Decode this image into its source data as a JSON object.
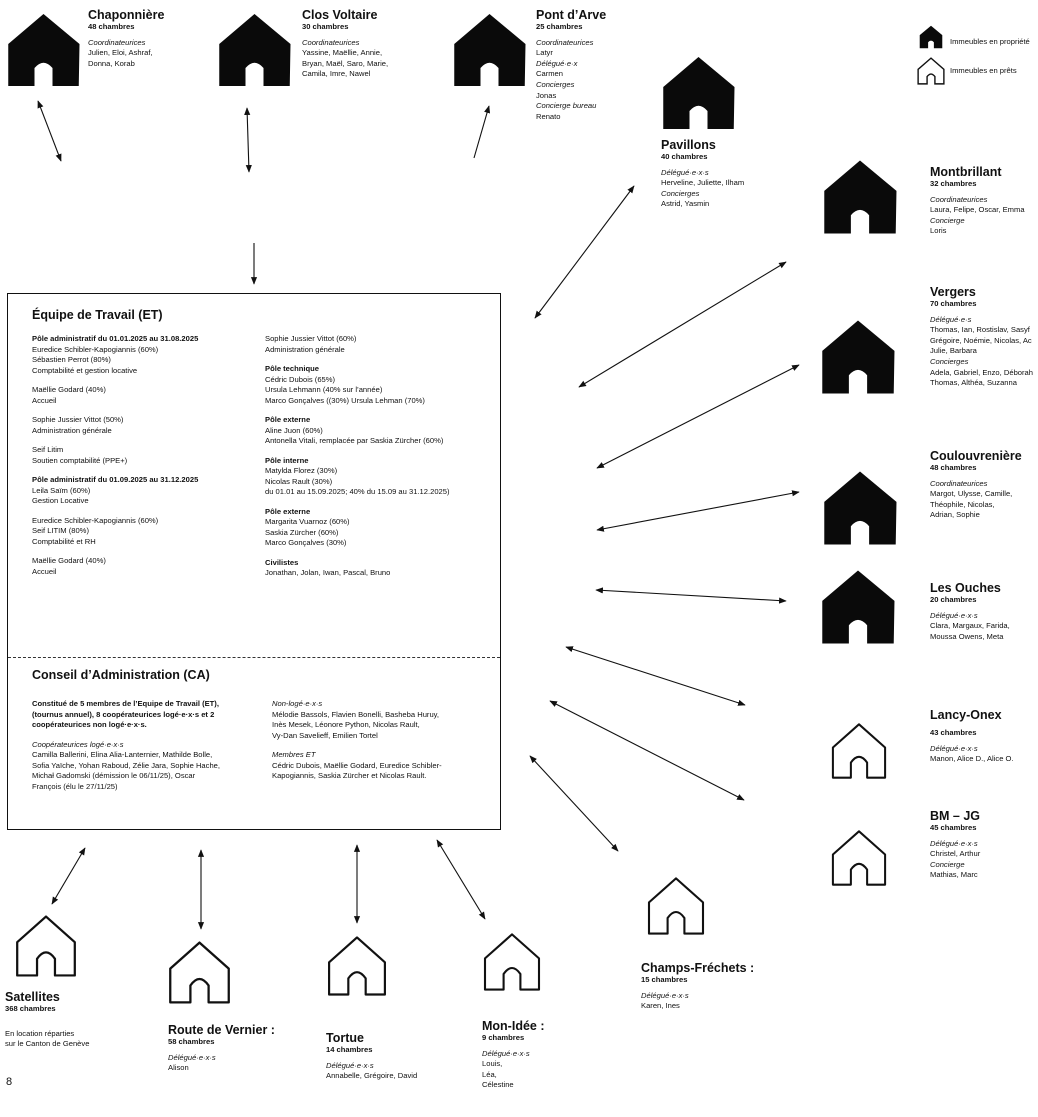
{
  "legend": {
    "owned": "Immeubles en propriété",
    "loaned": "Immeubles en prêts"
  },
  "page_number": "8",
  "houses": [
    {
      "id": "chaponniere",
      "kind": "owned",
      "name": "Chaponnière",
      "capacity": "48 chambres",
      "lines": [
        {
          "t": "Coordinateurices",
          "i": true
        },
        {
          "t": "Julien, Eloi, Ashraf,"
        },
        {
          "t": "Donna, Korab"
        }
      ]
    },
    {
      "id": "clos-voltaire",
      "kind": "owned",
      "name": "Clos Voltaire",
      "capacity": "30 chambres",
      "lines": [
        {
          "t": "Coordinateurices",
          "i": true
        },
        {
          "t": "Yassine, Maëllie, Annie,"
        },
        {
          "t": "Bryan, Maël, Saro, Marie,"
        },
        {
          "t": "Camila, Imre, Nawel"
        }
      ]
    },
    {
      "id": "pont-darve",
      "kind": "owned",
      "name": "Pont d’Arve",
      "capacity": "25 chambres",
      "lines": [
        {
          "t": "Coordinateurices",
          "i": true
        },
        {
          "t": "Latyr"
        },
        {
          "t": "Délégué·e·x",
          "i": true
        },
        {
          "t": "Carmen"
        },
        {
          "t": "Concierges",
          "i": true
        },
        {
          "t": "Jonas"
        },
        {
          "t": "Concierge bureau",
          "i": true
        },
        {
          "t": "Renato"
        }
      ]
    },
    {
      "id": "pavillons",
      "kind": "owned",
      "name": "Pavillons",
      "capacity": "40 chambres",
      "lines": [
        {
          "t": "Délégué·e·x·s",
          "i": true
        },
        {
          "t": "Herveline, Juliette, Ilham"
        },
        {
          "t": "Concierges",
          "i": true
        },
        {
          "t": "Astrid, Yasmin"
        }
      ]
    },
    {
      "id": "montbrillant",
      "kind": "owned",
      "name": "Montbrillant",
      "capacity": "32 chambres",
      "lines": [
        {
          "t": "Coordinateurices",
          "i": true
        },
        {
          "t": "Laura, Felipe, Oscar, Emma"
        },
        {
          "t": "Concierge",
          "i": true
        },
        {
          "t": "Loris"
        }
      ]
    },
    {
      "id": "vergers",
      "kind": "owned",
      "name": "Vergers",
      "capacity": "70 chambres",
      "lines": [
        {
          "t": "Délégué·e·s",
          "i": true
        },
        {
          "t": "Thomas, Ian, Rostislav, Sasyf"
        },
        {
          "t": "Grégoire, Noémie, Nicolas, Ac"
        },
        {
          "t": "Julie, Barbara"
        },
        {
          "t": "Concierges",
          "i": true
        },
        {
          "t": "Adela, Gabriel, Enzo, Déborah"
        },
        {
          "t": "Thomas, Althéa, Suzanna"
        }
      ]
    },
    {
      "id": "coulouvreniere",
      "kind": "owned",
      "name": "Coulouvrenière",
      "capacity": "48 chambres",
      "lines": [
        {
          "t": "Coordinateurices",
          "i": true
        },
        {
          "t": "Margot, Ulysse, Camille,"
        },
        {
          "t": "Théophile, Nicolas,"
        },
        {
          "t": "Adrian, Sophie"
        }
      ]
    },
    {
      "id": "ouches",
      "kind": "owned",
      "name": "Les Ouches",
      "capacity": "20 chambres",
      "lines": [
        {
          "t": "Délégué·e·x·s",
          "i": true
        },
        {
          "t": "Clara, Margaux, Farida,"
        },
        {
          "t": "Moussa Owens, Meta"
        }
      ]
    },
    {
      "id": "lancy-onex",
      "kind": "loaned",
      "name": "Lancy-Onex",
      "capacity": "43 chambres",
      "lines": [
        {
          "t": "Délégué·e·x·s",
          "i": true
        },
        {
          "t": "Manon, Alice D., Alice O."
        }
      ]
    },
    {
      "id": "bm-jg",
      "kind": "loaned",
      "name": "BM – JG",
      "capacity": "45 chambres",
      "lines": [
        {
          "t": "Délégué·e·x·s",
          "i": true
        },
        {
          "t": "Christel, Arthur"
        },
        {
          "t": "Concierge",
          "i": true
        },
        {
          "t": "Mathias, Marc"
        }
      ]
    },
    {
      "id": "champs-frechets",
      "kind": "loaned",
      "name": "Champs-Fréchets :",
      "capacity": "15 chambres",
      "lines": [
        {
          "t": "Délégué·e·x·s",
          "i": true
        },
        {
          "t": "Karen, Ines"
        }
      ]
    },
    {
      "id": "mon-idee",
      "kind": "loaned",
      "name": "Mon-Idée :",
      "capacity": "9 chambres",
      "lines": [
        {
          "t": "Délégué·e·x·s",
          "i": true
        },
        {
          "t": "Louis,"
        },
        {
          "t": "Léa,"
        },
        {
          "t": "Célestine"
        }
      ]
    },
    {
      "id": "tortue",
      "kind": "loaned",
      "name": "Tortue",
      "capacity": "14 chambres",
      "lines": [
        {
          "t": "Délégué·e·x·s",
          "i": true
        },
        {
          "t": "Annabelle, Grégoire, David"
        }
      ]
    },
    {
      "id": "route-vernier",
      "kind": "loaned",
      "name": "Route de Vernier :",
      "capacity": "58 chambres",
      "lines": [
        {
          "t": "Délégué·e·x·s",
          "i": true
        },
        {
          "t": "Alison"
        }
      ]
    },
    {
      "id": "satellites",
      "kind": "loaned",
      "name": "Satellites",
      "capacity": "368 chambres",
      "lines": [
        {
          "t": "En location réparties"
        },
        {
          "t": "sur le Canton de Genève"
        }
      ]
    }
  ],
  "et": {
    "title": "Équipe de Travail (ET)",
    "left": [
      {
        "t": "Pôle administratif du 01.01.2025 au 31.08.2025",
        "b": true
      },
      {
        "t": "Euredice Schibler-Kapogiannis (60%)"
      },
      {
        "t": "Sébastien Perrot (80%)"
      },
      {
        "t": "Comptabilité et gestion locative"
      },
      {
        "gap": true
      },
      {
        "t": "Maëllie Godard (40%)"
      },
      {
        "t": "Accueil"
      },
      {
        "gap": true
      },
      {
        "t": "Sophie Jussier Vittot (50%)"
      },
      {
        "t": "Administration générale"
      },
      {
        "gap": true
      },
      {
        "t": "Seif Litim"
      },
      {
        "t": "Soutien comptabilité (PPE+)"
      },
      {
        "gap": true
      },
      {
        "t": "Pôle administratif du  01.09.2025 au 31.12.2025",
        "b": true
      },
      {
        "t": "Leila Saïm (60%)"
      },
      {
        "t": "Gestion Locative"
      },
      {
        "gap": true
      },
      {
        "t": "Euredice Schibler-Kapogiannis (60%)"
      },
      {
        "t": "Seif LITIM (80%)"
      },
      {
        "t": "Comptabilité et RH"
      },
      {
        "gap": true
      },
      {
        "t": "Maëllie Godard (40%)"
      },
      {
        "t": "Accueil"
      }
    ],
    "right": [
      {
        "t": "Sophie Jussier Vittot (60%)"
      },
      {
        "t": "Administration générale"
      },
      {
        "gap": true
      },
      {
        "t": "Pôle technique",
        "b": true
      },
      {
        "t": "Cédric Dubois (65%)"
      },
      {
        "t": "Ursula Lehmann (40% sur l’année)"
      },
      {
        "t": "Marco Gonçalves ((30%) Ursula Lehman (70%)"
      },
      {
        "gap": true
      },
      {
        "t": "Pôle externe",
        "b": true
      },
      {
        "t": "Aline Juon (60%)"
      },
      {
        "t": "Antonella Vitali, remplacée par Saskia Zürcher (60%)"
      },
      {
        "gap": true
      },
      {
        "t": "Pôle interne",
        "b": true
      },
      {
        "t": "Matylda Florez (30%)"
      },
      {
        "t": "Nicolas Rault (30%)"
      },
      {
        "t": " du 01.01 au 15.09.2025; 40% du 15.09 au 31.12.2025)"
      },
      {
        "gap": true
      },
      {
        "t": "Pôle externe",
        "b": true
      },
      {
        "t": "Margarita Vuarnoz (60%)"
      },
      {
        "t": "Saskia Zürcher (60%)"
      },
      {
        "t": "Marco Gonçalves (30%)"
      },
      {
        "gap": true
      },
      {
        "t": "Civilistes",
        "b": true
      },
      {
        "t": "Jonathan, Jolan, Iwan, Pascal, Bruno"
      }
    ]
  },
  "ca": {
    "title": "Conseil d’Administration (CA)",
    "left": [
      {
        "t": "Constitué de 5 membres de l’Equipe de Travail (ET),",
        "b": true
      },
      {
        "t": "(tournus annuel),  8 coopérateurices logé·e·x·s et 2",
        "b": true
      },
      {
        "t": "coopérateurices non logé·e·x·s.",
        "b": true
      },
      {
        "gap": true
      },
      {
        "t": "Coopérateurices logé·e·x·s",
        "i": true
      },
      {
        "t": "Camilla Ballerini, Elina Alia-Lanternier, Mathilde Bolle,"
      },
      {
        "t": "Sofia Yaïche, Yohan Raboud, Zélie Jara, Sophie Hache,"
      },
      {
        "t": "Michał Gadomski (démission le 06/11/25), Oscar"
      },
      {
        "t": "François (élu le 27/11/25)"
      }
    ],
    "right": [
      {
        "t": "Non-logé·e·x·s",
        "i": true
      },
      {
        "t": "Mélodie Bassols, Flavien Bonelli, Basheba Huruy,"
      },
      {
        "t": "Inès Mesek, Léonore Python, Nicolas Rault,"
      },
      {
        "t": "Vy-Dan Savelieff, Emilien Tortel"
      },
      {
        "gap": true
      },
      {
        "t": "Membres ET",
        "i": true
      },
      {
        "t": "Cédric Dubois, Maëllie Godard, Euredice Schibler-"
      },
      {
        "t": "Kapogiannis, Saskia Zürcher et Nicolas Rault."
      }
    ]
  }
}
